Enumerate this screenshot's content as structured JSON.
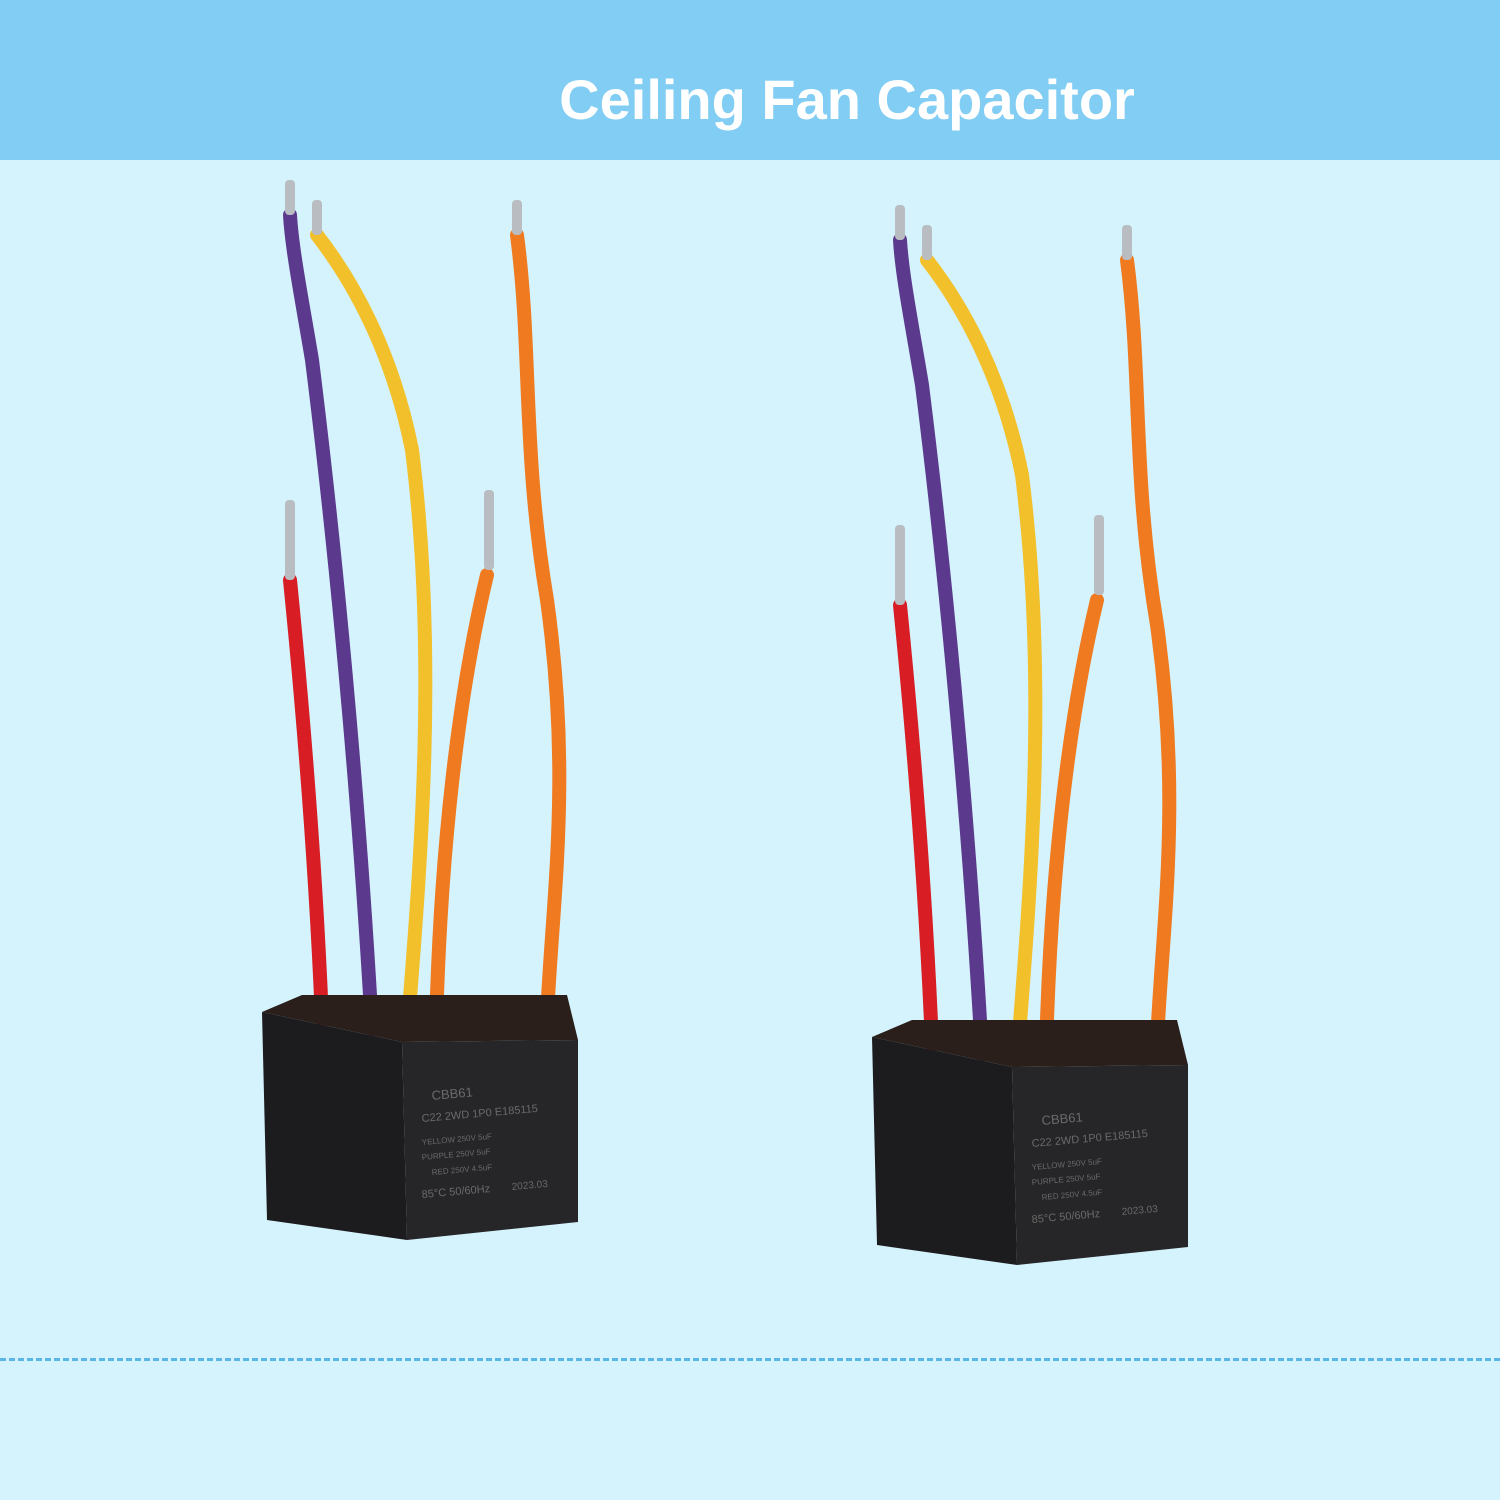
{
  "header": {
    "title": "Ceiling Fan Capacitor"
  },
  "colors": {
    "banner": "#81cdf3",
    "background": "#d5f3fd",
    "dashed_line": "#5ab6e6"
  },
  "product": {
    "count": 2,
    "wire_colors": [
      "#d81e24",
      "#5b3a8e",
      "#f2c02a",
      "#ef7a1f",
      "#ef7a1f"
    ],
    "label": {
      "line1": "CBB61",
      "line2": "C22 2WD 1P0  E185115",
      "line3": "YELLOW 250V 5uF",
      "line4": "PURPLE 250V 5uF",
      "line5": "RED 250V 4.5uF",
      "line6": "85°C 50/60Hz",
      "line7": "2023.03"
    }
  }
}
